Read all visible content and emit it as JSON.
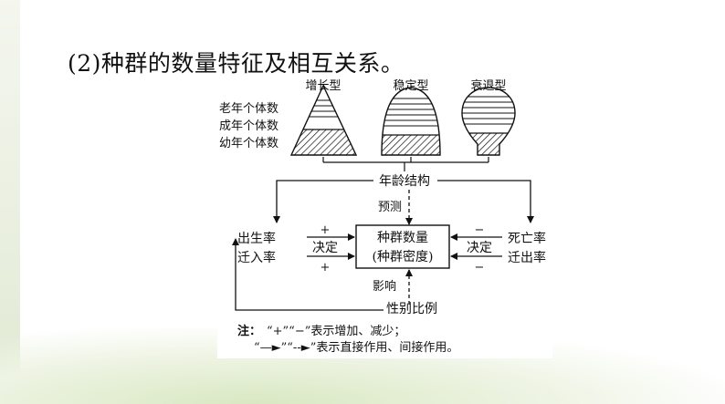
{
  "heading": "(2)种群的数量特征及相互关系。",
  "pyramids": {
    "types": [
      "增长型",
      "稳定型",
      "衰退型"
    ],
    "row_labels": [
      "老年个体数",
      "成年个体数",
      "幼年个体数"
    ]
  },
  "nodes": {
    "age_structure": "年龄结构",
    "predict": "预测",
    "birth_rate": "出生率",
    "immigration_rate": "迁入率",
    "decide_left": "决定",
    "plus_top": "+",
    "plus_bottom": "+",
    "center_line1": "种群数量",
    "center_line2": "(种群密度)",
    "decide_right": "决定",
    "minus_top": "−",
    "minus_bottom": "−",
    "death_rate": "死亡率",
    "emigration_rate": "迁出率",
    "influence": "影响",
    "sex_ratio": "性别比例"
  },
  "note": {
    "prefix": "注：",
    "line1": "“+”“−”表示增加、减少；",
    "line2": "“—►”“--►”表示直接作用、间接作用。"
  }
}
